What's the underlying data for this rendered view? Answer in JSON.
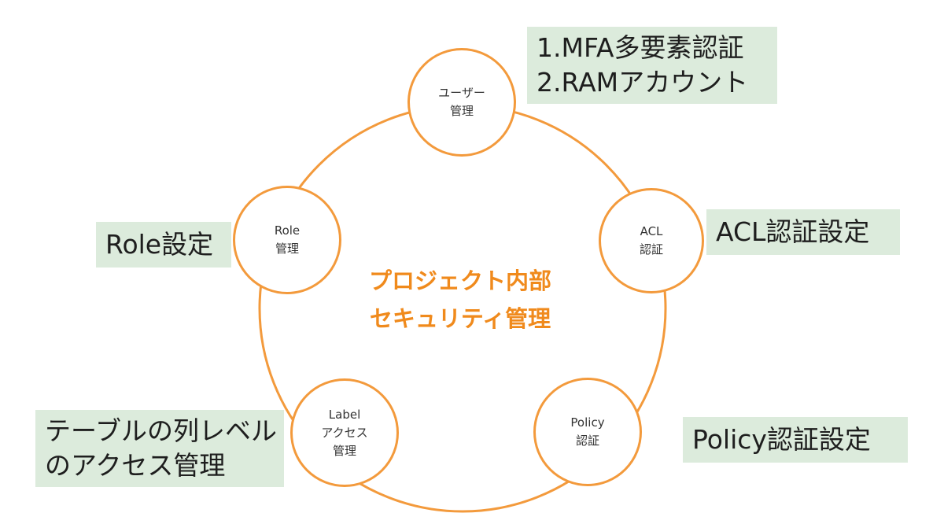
{
  "diagram": {
    "center": {
      "line1": "プロジェクト内部",
      "line2": "セキュリティ管理"
    },
    "nodes": {
      "user": {
        "line1": "ユーザー",
        "line2": "管理"
      },
      "acl": {
        "line1": "ACL",
        "line2": "認証"
      },
      "policy": {
        "line1": "Policy",
        "line2": "認証"
      },
      "label": {
        "line1": "Label",
        "line2": "アクセス",
        "line3": "管理"
      },
      "role": {
        "line1": "Role",
        "line2": "管理"
      }
    },
    "callouts": {
      "user": {
        "line1": "1.MFA多要素認証",
        "line2": "2.RAMアカウント"
      },
      "acl": {
        "line1": "ACL認証設定"
      },
      "policy": {
        "line1": "Policy認証設定"
      },
      "label": {
        "line1": "テーブルの列レベル",
        "line2": "のアクセス管理"
      },
      "role": {
        "line1": "Role設定"
      }
    },
    "colors": {
      "accent": "#f39a3c",
      "center_text": "#f08a1c",
      "callout_bg": "#dcebdc"
    }
  }
}
